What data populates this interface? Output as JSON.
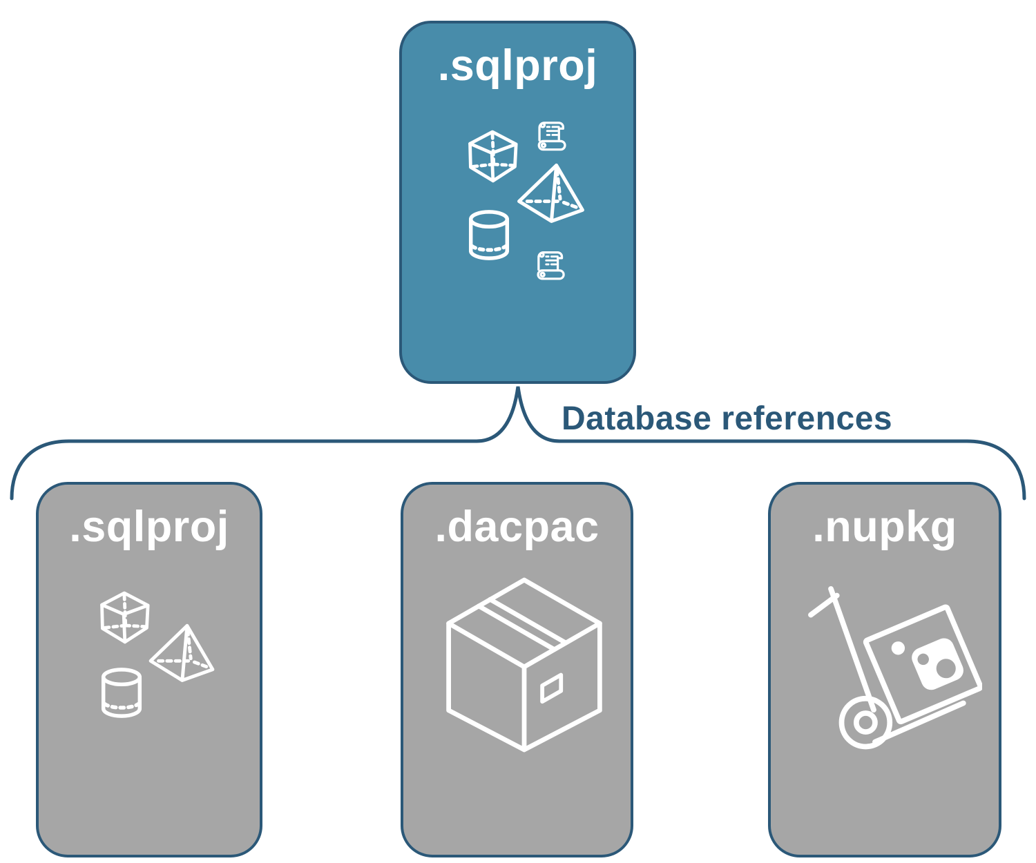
{
  "diagram": {
    "root": {
      "label": ".sqlproj",
      "icons": [
        "script-scroll",
        "cube",
        "pyramid",
        "cylinder",
        "script-scroll"
      ]
    },
    "connector_label": "Database references",
    "children": [
      {
        "label": ".sqlproj",
        "icons": [
          "cube",
          "pyramid",
          "cylinder"
        ]
      },
      {
        "label": ".dacpac",
        "icons": [
          "package-box"
        ]
      },
      {
        "label": ".nupkg",
        "icons": [
          "nuget-hand-truck"
        ]
      }
    ],
    "colors": {
      "canvas_background": "#ffffff",
      "root_box_fill": "#488caa",
      "child_box_fill": "#a6a6a6",
      "outline": "#2b5878",
      "box_label": "#ffffff",
      "icon_stroke": "#ffffff"
    }
  }
}
